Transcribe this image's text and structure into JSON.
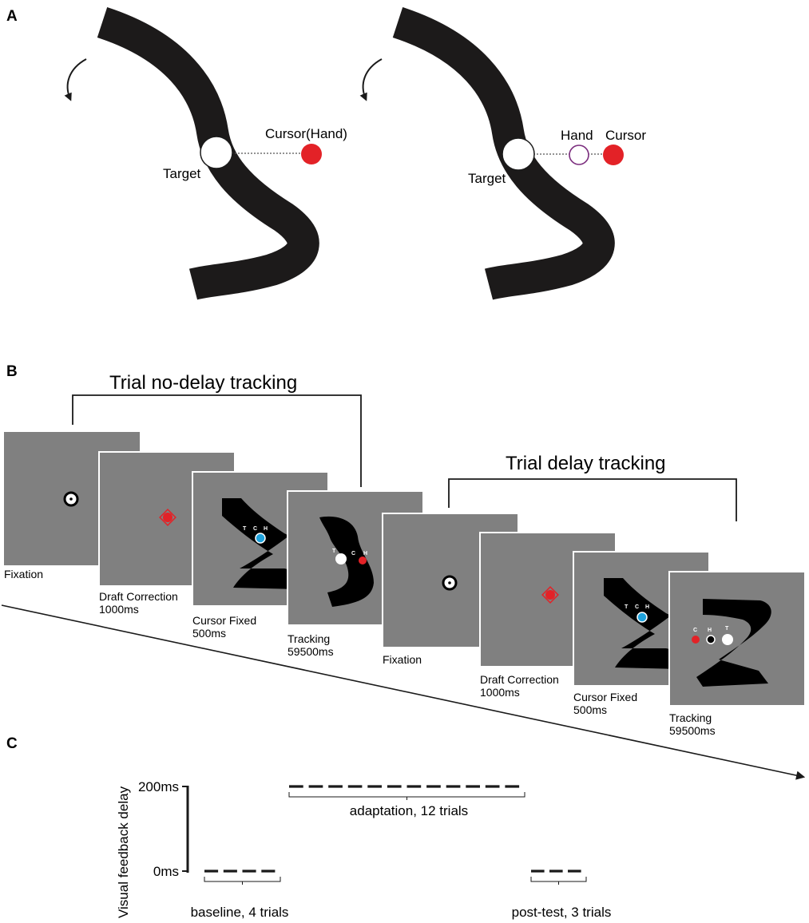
{
  "panels": {
    "a": {
      "letter": "A",
      "left": {
        "target_label": "Target",
        "cursor_label": "Cursor(Hand)"
      },
      "right": {
        "target_label": "Target",
        "hand_label": "Hand",
        "cursor_label": "Cursor"
      }
    },
    "b": {
      "letter": "B",
      "trial1_title": "Trial no-delay tracking",
      "trial2_title": "Trial delay tracking",
      "screen_markers": {
        "target": "T",
        "cursor": "C",
        "hand": "H"
      },
      "frames": [
        {
          "label": "Fixation",
          "duration": ""
        },
        {
          "label": "Draft Correction",
          "duration": "1000ms"
        },
        {
          "label": "Cursor Fixed",
          "duration": "500ms"
        },
        {
          "label": "Tracking",
          "duration": "59500ms"
        },
        {
          "label": "Fixation",
          "duration": ""
        },
        {
          "label": "Draft Correction",
          "duration": "1000ms"
        },
        {
          "label": "Cursor Fixed",
          "duration": "500ms"
        },
        {
          "label": "Tracking",
          "duration": "59500ms"
        }
      ]
    },
    "c": {
      "letter": "C",
      "ylabel": "Visual feedback delay",
      "ytick_high": "200ms",
      "ytick_low": "0ms",
      "phases": [
        {
          "label": "baseline, 4 trials",
          "trials": 4,
          "delay_ms": 0
        },
        {
          "label": "adaptation, 12 trials",
          "trials": 12,
          "delay_ms": 200
        },
        {
          "label": "post-test, 3 trials",
          "trials": 3,
          "delay_ms": 0
        }
      ]
    }
  },
  "colors": {
    "track": "#1c1a1a",
    "cursor_red": "#e32227",
    "hand_purple": "#7b2d7e",
    "screen_gray": "#808080",
    "fixed_blue": "#1fa2dc"
  }
}
